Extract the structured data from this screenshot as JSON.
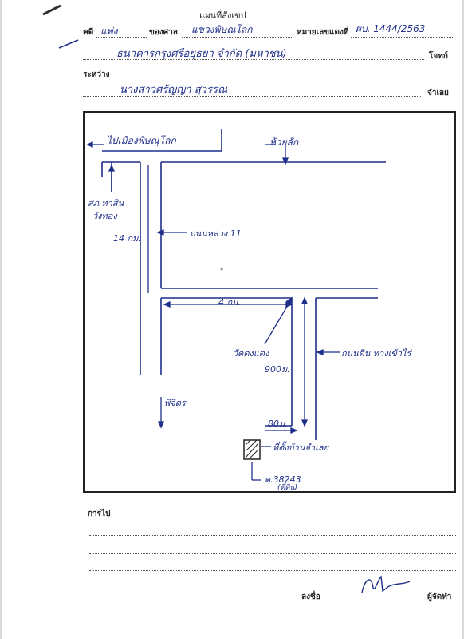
{
  "header": {
    "form_title": "แผนที่สังเขป",
    "case_label": "คดี",
    "case_type": "แพ่ง",
    "court_label": "ของศาล",
    "court_name": "แขวงพิษณุโลก",
    "case_no_label": "หมายเลขแดงที่",
    "case_no": "ผบ. 1444/2563",
    "plaintiff": "ธนาคารกรุงศรีอยุธยา จำกัด (มหาชน)",
    "plaintiff_label": "โจทก์",
    "between_label": "ระหว่าง",
    "defendant": "นางสาวศรัญญา สุวรรณ",
    "defendant_label": "จำเลย"
  },
  "map": {
    "north_label": "ไปเมืองพิษณุโลก",
    "upper_right_label": "ห้วยสัก",
    "left_label_1": "สภ.ท่าสิน",
    "left_label_2": "วังทอง",
    "distance_14km": "14 กม.",
    "road_label": "ถนนหลวง 11",
    "distance_4km": "4 กม.",
    "temple_label": "วัดดงแดง",
    "distance_900m": "900ม.",
    "right_road_label": "ถนนดิน ทางเข้าไร่",
    "bottom_left_label": "พิจิตร",
    "distance_80m": "80ม.",
    "house_label": "ที่ตั้งบ้านจำเลย",
    "deed_label": "ต.38243",
    "deed_sub": "(ที่ดิน)"
  },
  "footer": {
    "route_label": "การไป",
    "sign_label": "ลงชื่อ",
    "maker_label": "ผู้จัดทำ"
  }
}
